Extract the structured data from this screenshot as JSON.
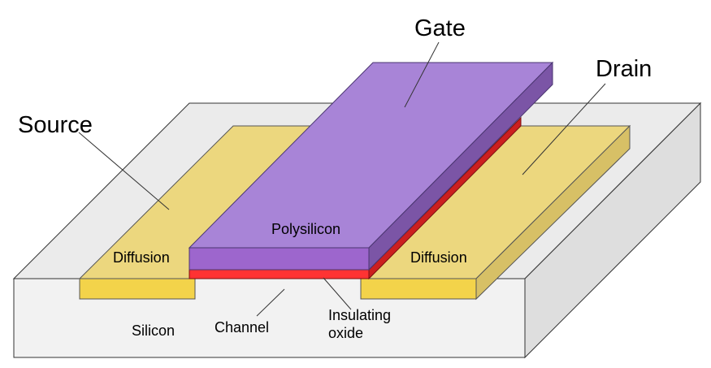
{
  "labels": {
    "gate": "Gate",
    "drain": "Drain",
    "source": "Source",
    "polysilicon": "Polysilicon",
    "diffusion_left": "Diffusion",
    "diffusion_right": "Diffusion",
    "silicon": "Silicon",
    "channel": "Channel",
    "insulating_line1": "Insulating",
    "insulating_line2": "oxide"
  },
  "colors": {
    "silicon_top": "#ebebeb",
    "silicon_front": "#f2f2f2",
    "silicon_side": "#dedede",
    "diffusion_top": "#ecd77e",
    "diffusion_front": "#f3d34a",
    "diffusion_side": "#d7c066",
    "gate_top": "#a884d7",
    "gate_front": "#9d66cd",
    "gate_side": "#7b55a6",
    "oxide": "#ff3333",
    "oxide_side": "#cc1f1f"
  }
}
